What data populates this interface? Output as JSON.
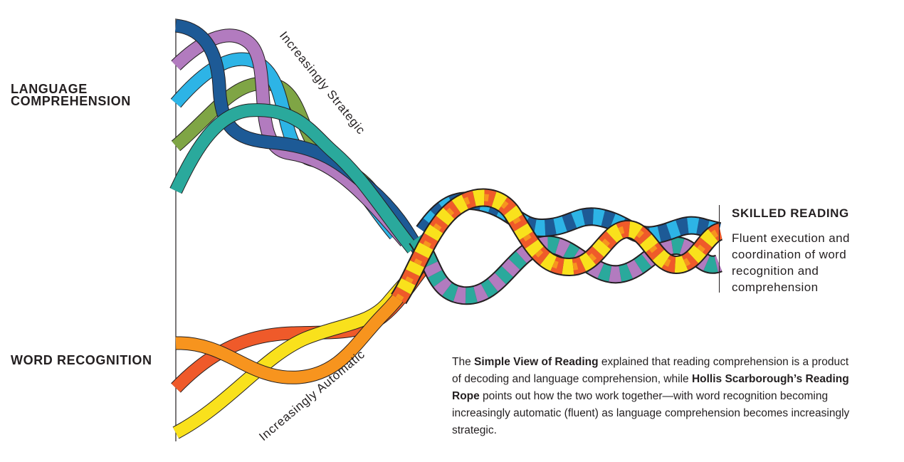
{
  "labels": {
    "language_comprehension": "LANGUAGE\nCOMPREHENSION",
    "word_recognition": "WORD RECOGNITION",
    "increasingly_strategic": "Increasingly Strategic",
    "increasingly_automatic": "Increasingly Automatic"
  },
  "skilled_reading": {
    "title": "SKILLED READING",
    "description": "Fluent execution and coordination of word recognition and comprehension"
  },
  "caption": {
    "part1": "The ",
    "bold1": "Simple View of Reading",
    "part2": " explained that reading comprehension is a product of decoding and language comprehension, while ",
    "bold2": "Hollis Scarborough’s Reading Rope",
    "part3": " points out how the two work together—with word recognition becoming increasingly automatic (fluent) as language comprehension becomes increasingly strategic."
  },
  "colors": {
    "strand_dark_blue": "#1d5a96",
    "strand_purple": "#b27bbf",
    "strand_light_blue": "#2db4e6",
    "strand_green": "#7fa545",
    "strand_teal": "#2aa99c",
    "strand_orange": "#f7941e",
    "strand_red_orange": "#ef5a2a",
    "strand_yellow": "#f9e11c",
    "outline": "#231f20"
  }
}
